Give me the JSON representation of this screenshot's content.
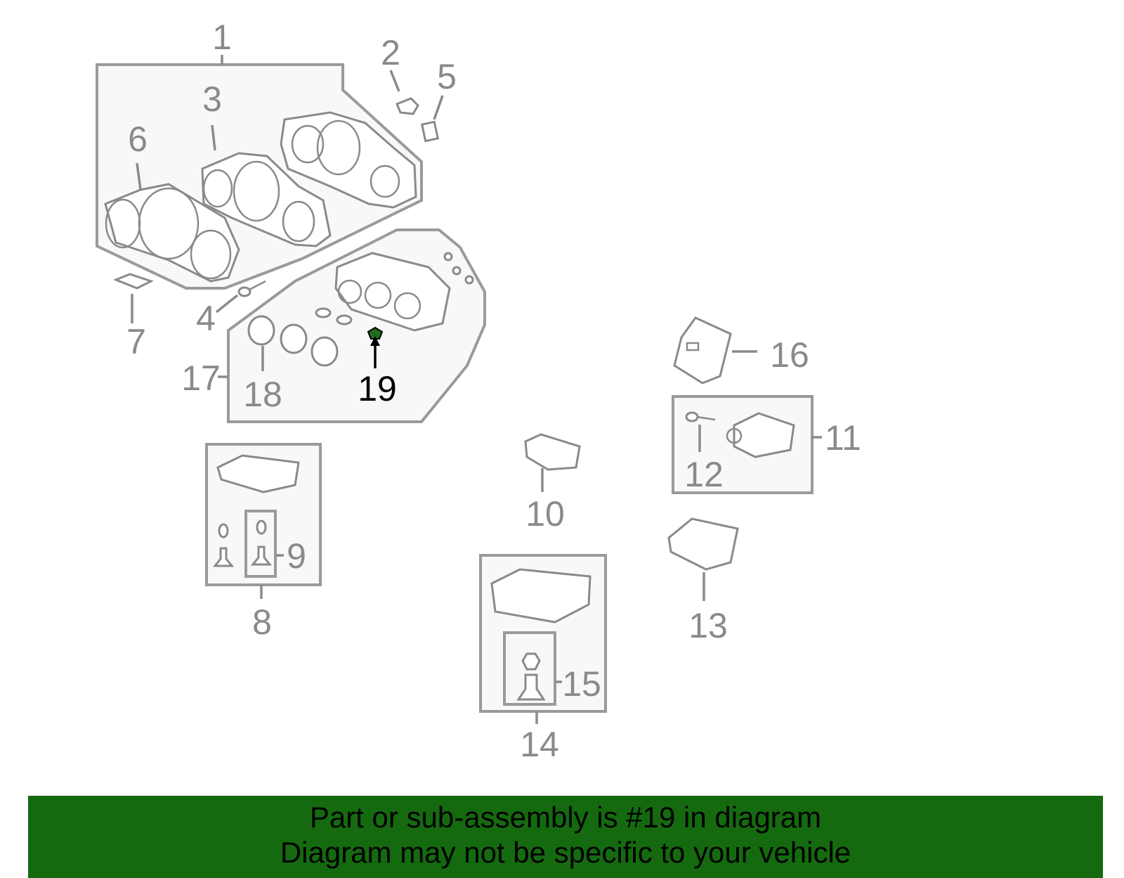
{
  "diagram": {
    "callouts": {
      "c1": "1",
      "c2": "2",
      "c3": "3",
      "c4": "4",
      "c5": "5",
      "c6": "6",
      "c7": "7",
      "c8": "8",
      "c9": "9",
      "c10": "10",
      "c11": "11",
      "c12": "12",
      "c13": "13",
      "c14": "14",
      "c15": "15",
      "c16": "16",
      "c17": "17",
      "c18": "18",
      "c19": "19"
    },
    "highlight_part": "19",
    "colors": {
      "line": "#8a8a8a",
      "box_fill": "#f8f8f8",
      "highlight": "#000000",
      "highlight_part_fill": "#1f6b1f"
    }
  },
  "banner": {
    "line1": "Part or sub-assembly is #19 in diagram",
    "line2": "Diagram may not be specific to your vehicle",
    "color": "#156a0f"
  }
}
